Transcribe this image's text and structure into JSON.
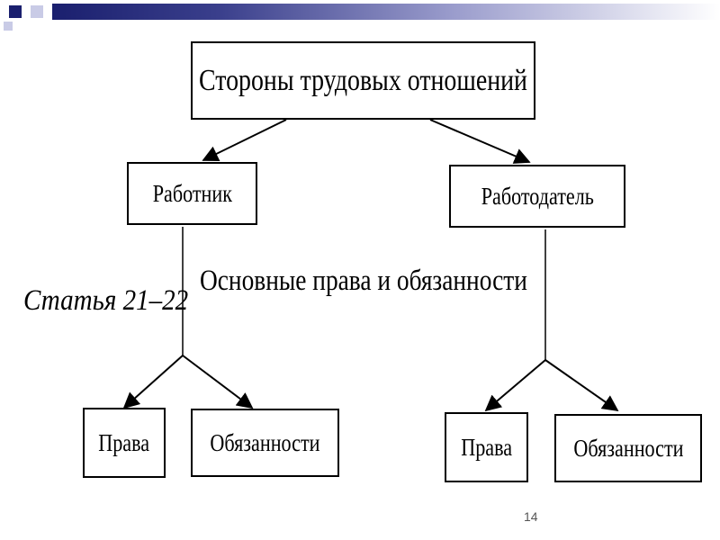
{
  "diagram": {
    "root": "Стороны трудовых отношений",
    "left_party": "Работник",
    "right_party": "Работодатель",
    "middle_caption": "Основные права и обязанности",
    "article_label": "Статья 21–22",
    "left_rights": "Права",
    "left_duties": "Обязанности",
    "right_rights": "Права",
    "right_duties": "Обязанности"
  },
  "slide": {
    "page_number": "14"
  },
  "colors": {
    "accent_dark": "#1a1f6e",
    "accent_light": "#c9cbe6"
  }
}
